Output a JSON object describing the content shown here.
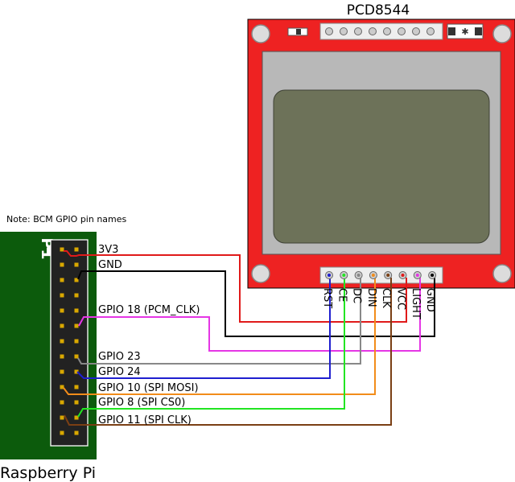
{
  "display": {
    "title": "PCD8544",
    "pins": [
      {
        "label": "RST",
        "wire_color": "#1f1fcf"
      },
      {
        "label": "CE",
        "wire_color": "#22e522"
      },
      {
        "label": "DC",
        "wire_color": "#888888"
      },
      {
        "label": "DIN",
        "wire_color": "#f28c1a"
      },
      {
        "label": "CLK",
        "wire_color": "#7a3f14"
      },
      {
        "label": "VCC",
        "wire_color": "#e01a1a"
      },
      {
        "label": "LIGHT",
        "wire_color": "#e536e5"
      },
      {
        "label": "GND",
        "wire_color": "#000000"
      }
    ],
    "board_color": "#ee2222",
    "screen_color": "#6d7259"
  },
  "pi": {
    "label": "Raspberry Pi",
    "header_label": "P1",
    "note": "Note: BCM GPIO pin names",
    "board_color": "#0c5b0c",
    "pin_labels": [
      "3V3",
      "GND",
      "GPIO 18 (PCM_CLK)",
      "GPIO 23",
      "GPIO 24",
      "GPIO 10 (SPI MOSI)",
      "GPIO 8 (SPI CS0)",
      "GPIO 11 (SPI CLK)"
    ]
  }
}
